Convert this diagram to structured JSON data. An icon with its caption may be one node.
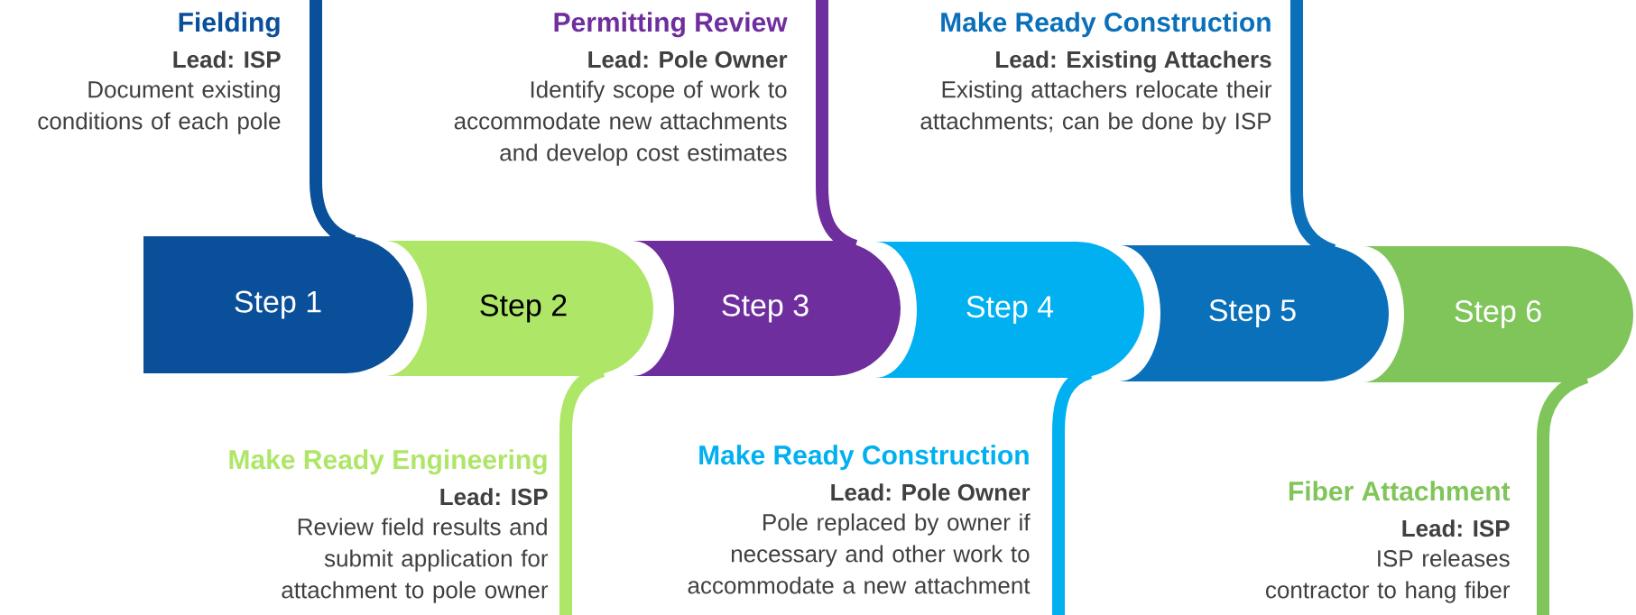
{
  "diagram": {
    "nodes": [
      {
        "text": [
          "Step 1"
        ],
        "beside": [
          "Fielding",
          "Lead: ISP",
          "Document existing conditions of each pole"
        ]
      },
      {
        "text": [
          "Step 2"
        ],
        "beside": [
          "Make Ready Engineering",
          "Lead: ISP",
          "Review field results and submit application for attachment to pole owner"
        ]
      },
      {
        "text": [
          "Step 3"
        ],
        "beside": [
          "Permitting Review",
          "Lead: Pole Owner",
          "Identify scope of work to accommodate new attachments and develop cost estimates"
        ]
      },
      {
        "text": [
          "Step 4"
        ],
        "beside": [
          "Make Ready Construction",
          "Lead: Pole Owner",
          "Pole replaced by owner if necessary and other work to accommodate a new attachment"
        ]
      },
      {
        "text": [
          "Step 5"
        ],
        "beside": [
          "Make Ready Construction",
          "Lead: Existing Attachers",
          "Existing attachers relocate their attachments; can be done by ISP"
        ]
      },
      {
        "text": [
          "Step 6"
        ],
        "beside": [
          "Fiber Attachment",
          "Lead: ISP",
          "ISP releases contractor to hang fiber"
        ]
      }
    ],
    "edges": [
      {
        "from": 0,
        "to": null,
        "arrow": "none",
        "color": "#0a4f99"
      },
      {
        "from": 1,
        "to": null,
        "arrow": "none",
        "color": "#aee667"
      },
      {
        "from": 2,
        "to": null,
        "arrow": "none",
        "color": "#6f2e9e"
      },
      {
        "from": 3,
        "to": null,
        "arrow": "none",
        "color": "#00b0f0"
      },
      {
        "from": 4,
        "to": null,
        "arrow": "none",
        "color": "#0a70ba"
      },
      {
        "from": 5,
        "to": null,
        "arrow": "none",
        "color": "#80c55a"
      }
    ]
  }
}
